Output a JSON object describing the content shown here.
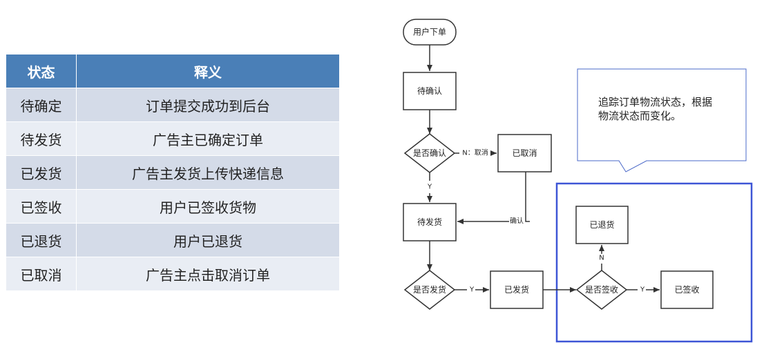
{
  "table": {
    "headers": [
      "状态",
      "释义"
    ],
    "rows": [
      {
        "status": "待确定",
        "meaning": "订单提交成功到后台"
      },
      {
        "status": "待发货",
        "meaning": "广告主已确定订单"
      },
      {
        "status": "已发货",
        "meaning": "广告主发货上传快递信息"
      },
      {
        "status": "已签收",
        "meaning": "用户已签收货物"
      },
      {
        "status": "已退货",
        "meaning": "用户已退货"
      },
      {
        "status": "已取消",
        "meaning": "广告主点击取消订单"
      }
    ]
  },
  "flow": {
    "start": "用户下单",
    "pending_confirm": "待确认",
    "decision_confirm": "是否确认",
    "label_n_cancel": "N：取消",
    "cancelled": "已取消",
    "label_y1": "Y",
    "label_confirm": "确认",
    "pending_ship": "待发货",
    "decision_ship": "是否发货",
    "label_y2": "Y",
    "shipped": "已发货",
    "decision_sign": "是否签收",
    "label_y3": "Y",
    "signed": "已签收",
    "label_n2": "N",
    "returned": "已退货"
  },
  "callout": {
    "text": "追踪订单物流状态，根据\n物流状态而变化。"
  },
  "colors": {
    "header_bg": "#4a7fb7",
    "row_odd": "#d4dbe8",
    "row_even": "#e9edf4",
    "highlight_border": "#3d55d6",
    "callout_border": "#4a68c8"
  }
}
